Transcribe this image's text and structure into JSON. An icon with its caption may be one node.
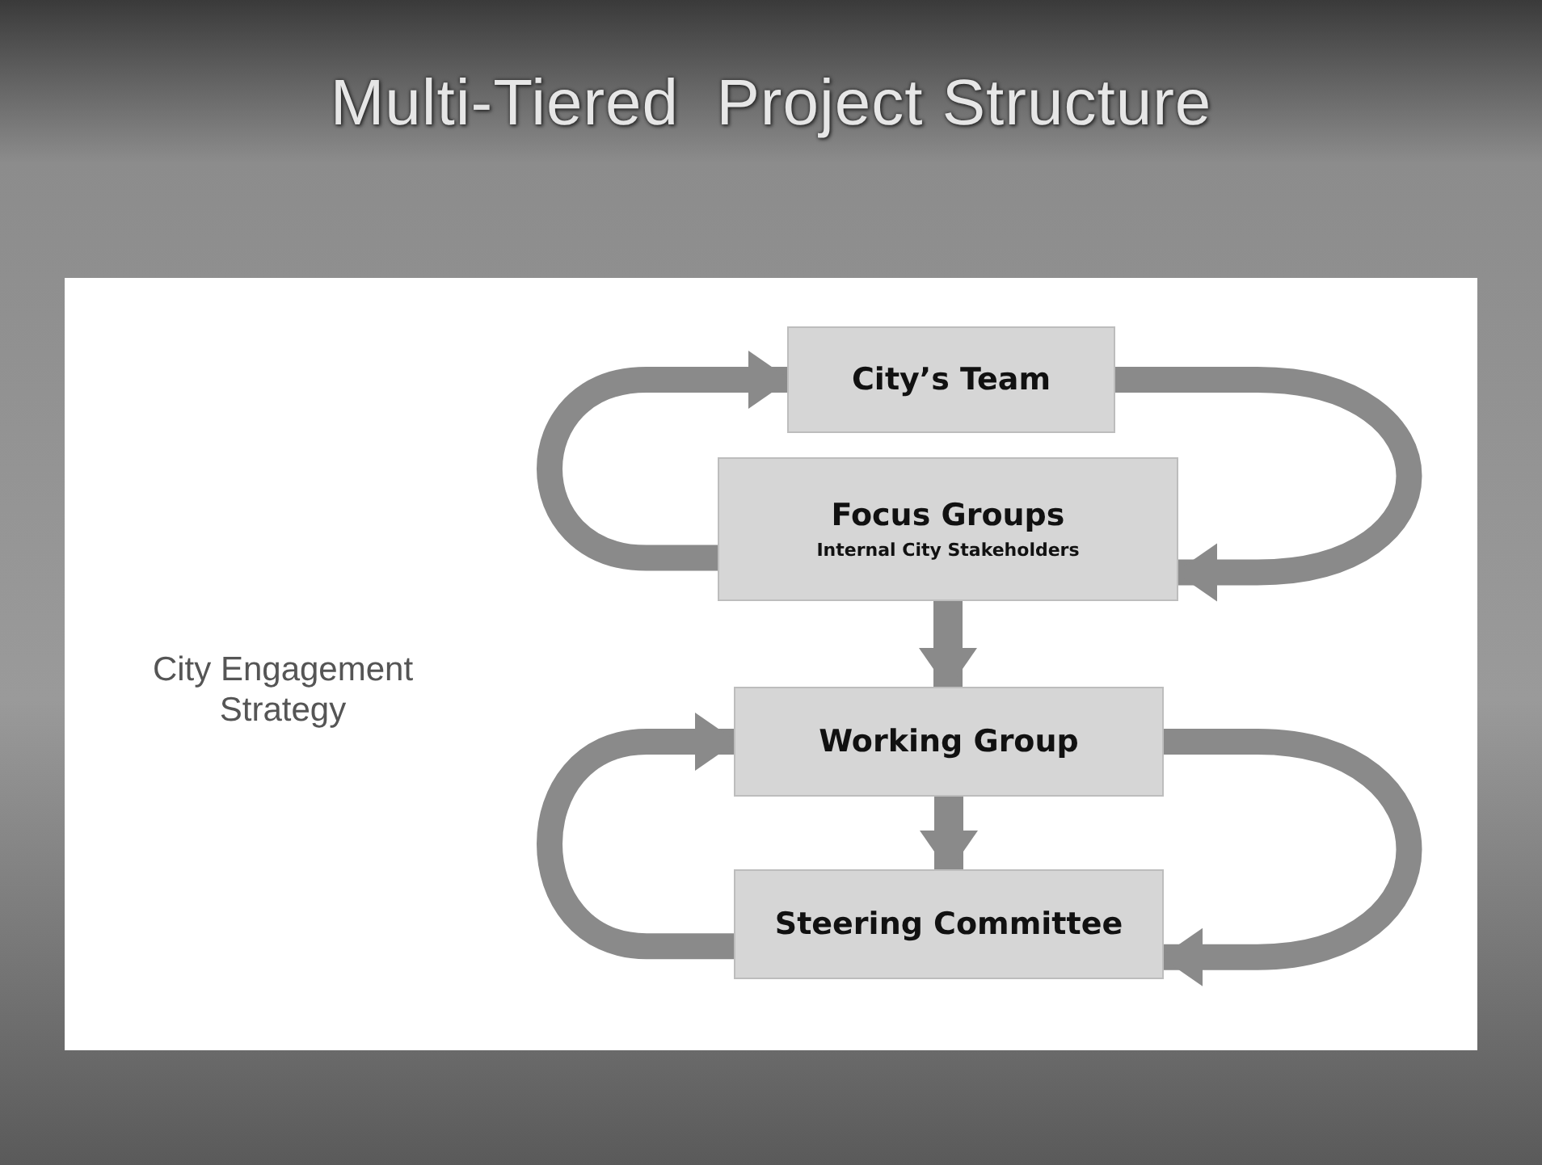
{
  "diagram": {
    "title": "Multi-Tiered  Project Structure",
    "nodes": [
      {
        "text": [
          "City’s Team"
        ]
      },
      {
        "text": [
          "Focus Groups",
          "Internal City Stakeholders"
        ]
      },
      {
        "text": [
          "Working Group"
        ]
      },
      {
        "text": [
          "Steering Committee"
        ]
      }
    ],
    "edges": [
      {
        "from": 1,
        "to": 0,
        "arrow": "to"
      },
      {
        "from": 0,
        "to": 1,
        "arrow": "to"
      },
      {
        "from": 1,
        "to": 2,
        "arrow": "to"
      },
      {
        "from": 3,
        "to": 2,
        "arrow": "to"
      },
      {
        "from": 2,
        "to": 3,
        "arrow": "to"
      },
      {
        "from": 2,
        "to": 3,
        "arrow": "to"
      }
    ],
    "labels": [
      "City Engagement Strategy"
    ]
  }
}
